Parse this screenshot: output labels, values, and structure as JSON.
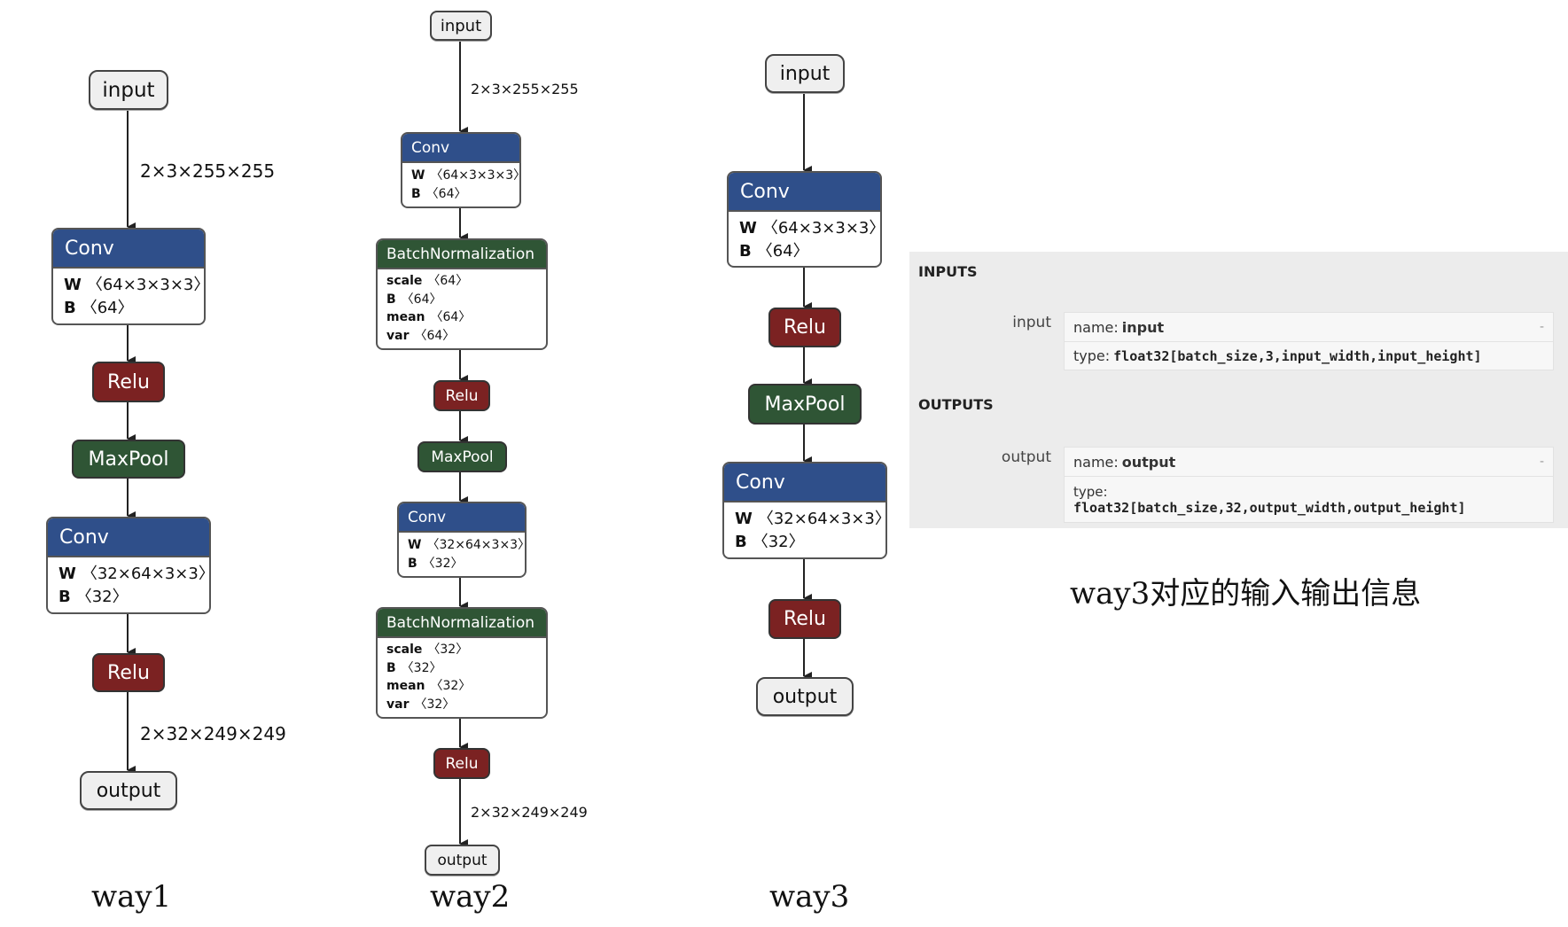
{
  "way1": {
    "input": "input",
    "input_shape": "2×3×255×255",
    "conv1": {
      "title": "Conv",
      "w_label": "W",
      "w_shape": "〈64×3×3×3〉",
      "b_label": "B",
      "b_shape": "〈64〉"
    },
    "relu1": "Relu",
    "pool": "MaxPool",
    "conv2": {
      "title": "Conv",
      "w_label": "W",
      "w_shape": "〈32×64×3×3〉",
      "b_label": "B",
      "b_shape": "〈32〉"
    },
    "relu2": "Relu",
    "output_shape": "2×32×249×249",
    "output": "output",
    "caption": "way1"
  },
  "way2": {
    "input": "input",
    "input_shape": "2×3×255×255",
    "conv1": {
      "title": "Conv",
      "w_label": "W",
      "w_shape": "〈64×3×3×3〉",
      "b_label": "B",
      "b_shape": "〈64〉"
    },
    "bn1": {
      "title": "BatchNormalization",
      "scale_label": "scale",
      "scale": "〈64〉",
      "b_label": "B",
      "b": "〈64〉",
      "mean_label": "mean",
      "mean": "〈64〉",
      "var_label": "var",
      "var": "〈64〉"
    },
    "relu1": "Relu",
    "pool": "MaxPool",
    "conv2": {
      "title": "Conv",
      "w_label": "W",
      "w_shape": "〈32×64×3×3〉",
      "b_label": "B",
      "b_shape": "〈32〉"
    },
    "bn2": {
      "title": "BatchNormalization",
      "scale_label": "scale",
      "scale": "〈32〉",
      "b_label": "B",
      "b": "〈32〉",
      "mean_label": "mean",
      "mean": "〈32〉",
      "var_label": "var",
      "var": "〈32〉"
    },
    "relu2": "Relu",
    "output_shape": "2×32×249×249",
    "output": "output",
    "caption": "way2"
  },
  "way3": {
    "input": "input",
    "conv1": {
      "title": "Conv",
      "w_label": "W",
      "w_shape": "〈64×3×3×3〉",
      "b_label": "B",
      "b_shape": "〈64〉"
    },
    "relu1": "Relu",
    "pool": "MaxPool",
    "conv2": {
      "title": "Conv",
      "w_label": "W",
      "w_shape": "〈32×64×3×3〉",
      "b_label": "B",
      "b_shape": "〈32〉"
    },
    "relu2": "Relu",
    "output": "output",
    "caption": "way3"
  },
  "panel": {
    "inputs_title": "INPUTS",
    "input_arg": "input",
    "input_name_label": "name:",
    "input_name": "input",
    "input_type_label": "type:",
    "input_type": "float32[batch_size,3,input_width,input_height]",
    "outputs_title": "OUTPUTS",
    "output_arg": "output",
    "output_name_label": "name:",
    "output_name": "output",
    "output_type_label": "type:",
    "output_type": "float32[batch_size,32,output_width,output_height]",
    "collapse": "-"
  },
  "panel_caption": "way3对应的输入输出信息"
}
